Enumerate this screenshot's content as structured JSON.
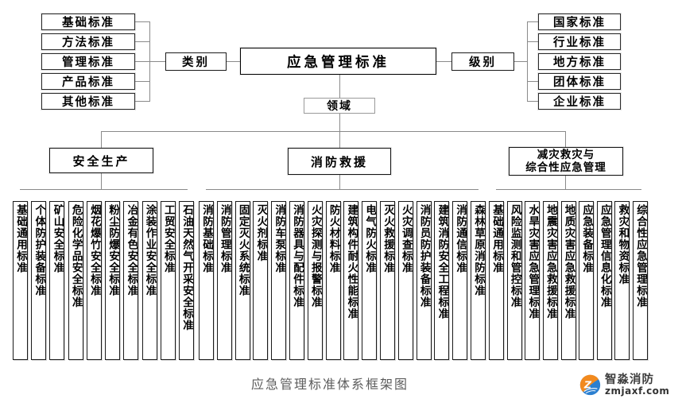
{
  "diagram": {
    "title": "应急管理标准",
    "category_label": "类别",
    "level_label": "级别",
    "domain_label": "领域",
    "categories": [
      "基础标准",
      "方法标准",
      "管理标准",
      "产品标准",
      "其他标准"
    ],
    "levels": [
      "国家标准",
      "行业标准",
      "地方标准",
      "团体标准",
      "企业标准"
    ],
    "branches": [
      {
        "label": "安全生产",
        "children": [
          "基础通用标准",
          "个体防护装备标准",
          "矿山安全标准",
          "危险化学品安全标准",
          "烟花爆竹安全标准",
          "粉尘防爆安全标准",
          "冶金有色安全标准",
          "涂装作业安全标准",
          "工贸安全标准",
          "石油天然气开采安全标准"
        ]
      },
      {
        "label": "消防救援",
        "children": [
          "消防基础标准",
          "消防管理标准",
          "固定灭火系统标准",
          "灭火剂标准",
          "消防车泵标准",
          "消防器具与配件标准",
          "火灾探测与报警标准",
          "防火材料标准",
          "建筑构件耐火性能标准",
          "电气防火标准",
          "灭火救援标准",
          "火灾调查标准",
          "消防员防护装备标准",
          "建筑消防安全工程标准",
          "消防通信标准",
          "森林草原消防标准"
        ]
      },
      {
        "label": "减灾救灾与\n综合性应急管理",
        "children": [
          "基础通用标准",
          "风险监测和管控标准",
          "水旱灾害应急管理标准",
          "地震灾害应急救援标准",
          "地质灾害应急救援标准",
          "应急装备标准",
          "应急管理信息化标准",
          "救灾和物资标准",
          "综合性应急管理标准"
        ]
      }
    ],
    "caption": "应急管理标准体系框架图"
  },
  "watermark": {
    "brand": "智淼消防",
    "site": "zmjaxf.com",
    "logo_letter": "Z",
    "colors": {
      "orange": "#f28a1e",
      "blue": "#2b7fd0"
    }
  }
}
